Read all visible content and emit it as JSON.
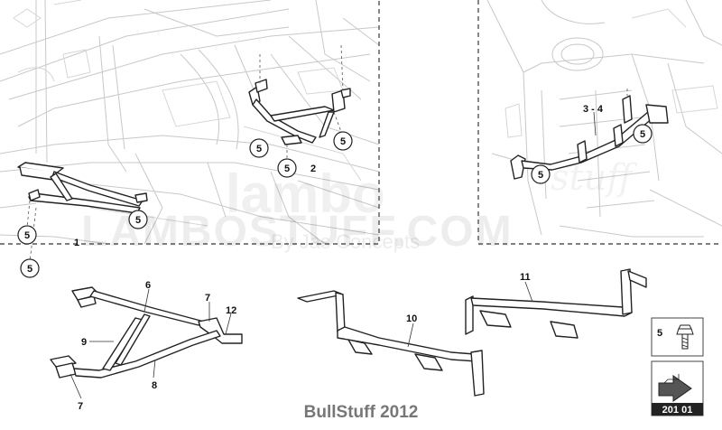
{
  "callout_markers": {
    "c1": "5",
    "c2": "5",
    "c3": "5",
    "c4": "5",
    "c5": "5",
    "c6": "5",
    "c7": "5",
    "c8": "5"
  },
  "assembly_labels": {
    "left": "1",
    "center": "2",
    "right": "3 - 4"
  },
  "part_labels": {
    "p6": "6",
    "p7a": "7",
    "p7b": "7",
    "p8": "8",
    "p9": "9",
    "p10": "10",
    "p11": "11",
    "p12": "12"
  },
  "legend_box": {
    "part_number": "5"
  },
  "page_box": {
    "code": "201 01"
  },
  "watermark": {
    "line1": "lambo",
    "line2": "LAMBOSTUFF.COM",
    "line3": "stuff",
    "line4": "By Jas Concepts"
  },
  "footer": {
    "text": "BullStuff 2012"
  },
  "colors": {
    "footer_text": "#777777",
    "line": "#222222",
    "dashed_border": "#555555"
  }
}
